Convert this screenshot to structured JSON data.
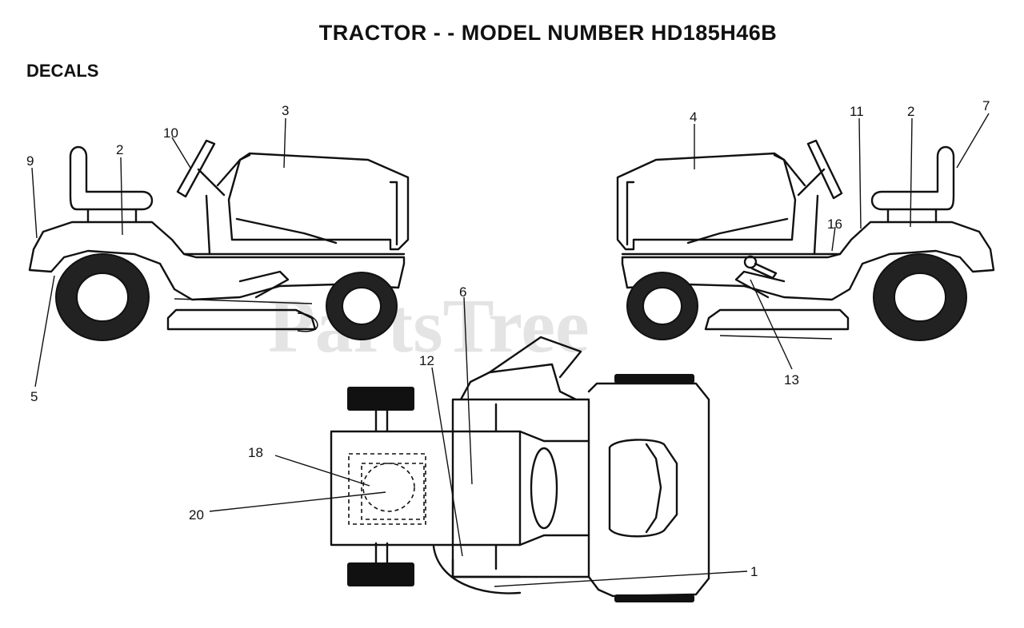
{
  "title": "TRACTOR - - MODEL NUMBER HD185H46B",
  "section": "DECALS",
  "watermark": "PartsTree",
  "callouts": {
    "c1": "1",
    "c2a": "2",
    "c2b": "2",
    "c3": "3",
    "c4": "4",
    "c5": "5",
    "c6": "6",
    "c7": "7",
    "c9": "9",
    "c10": "10",
    "c11": "11",
    "c12": "12",
    "c13": "13",
    "c16": "16",
    "c18": "18",
    "c20": "20"
  }
}
